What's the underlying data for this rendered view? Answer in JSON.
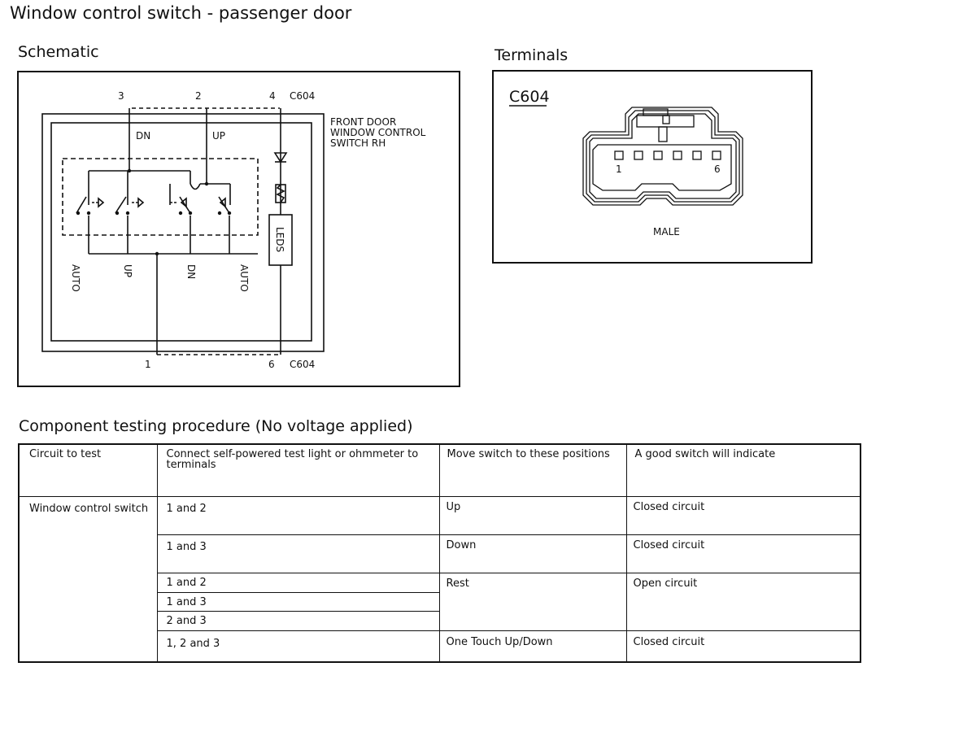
{
  "title": "Window control switch - passenger door",
  "schematic": {
    "heading": "Schematic",
    "pins_top": [
      "3",
      "2",
      "4"
    ],
    "pins_bottom": [
      "1",
      "6"
    ],
    "connector_top": "C604",
    "connector_bottom": "C604",
    "switch_label": [
      "FRONT DOOR",
      "WINDOW CONTROL",
      "SWITCH RH"
    ],
    "dn_label": "DN",
    "up_label": "UP",
    "leds_label": "LEDS",
    "bottom_labels": [
      "AUTO",
      "UP",
      "DN",
      "AUTO"
    ]
  },
  "terminals": {
    "heading": "Terminals",
    "connector": "C604",
    "pin_first": "1",
    "pin_last": "6",
    "gender": "MALE"
  },
  "testing": {
    "heading": "Component testing procedure (No voltage applied)",
    "headers": [
      "Circuit to test",
      "Connect self-powered test light or ohmmeter to terminals",
      "Move switch to these positions",
      "A good switch will indicate"
    ],
    "circuit": "Window control switch",
    "rows": [
      {
        "terminals": "1 and 2",
        "position": "Up",
        "result": "Closed circuit"
      },
      {
        "terminals": "1 and 3",
        "position": "Down",
        "result": "Closed circuit"
      },
      {
        "terminals": "1 and 2",
        "position": "Rest",
        "result": "Open circuit"
      },
      {
        "terminals": "1 and 3"
      },
      {
        "terminals": "2 and 3"
      },
      {
        "terminals": "1, 2 and 3",
        "position": "One Touch Up/Down",
        "result": "Closed circuit"
      }
    ]
  }
}
